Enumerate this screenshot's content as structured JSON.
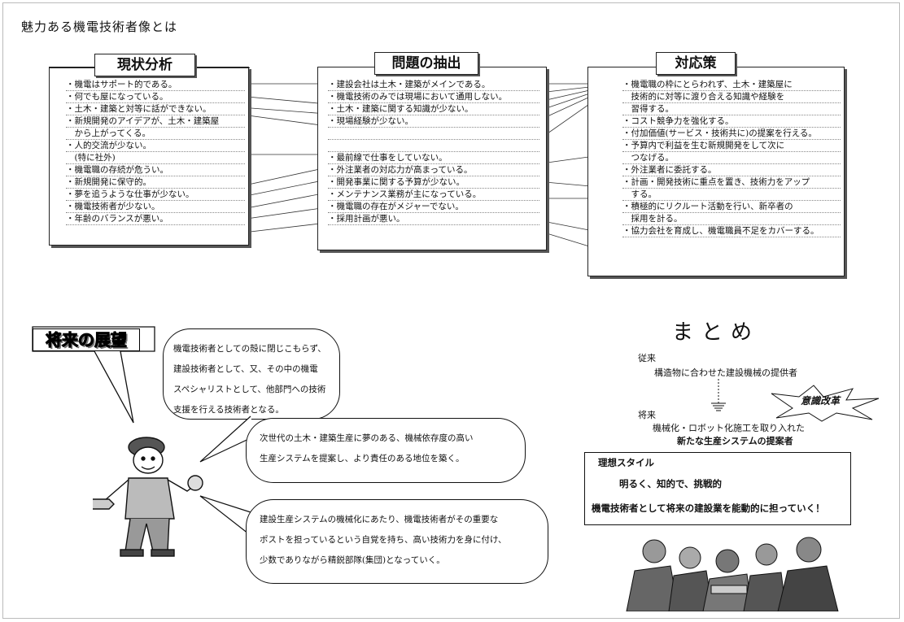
{
  "page": {
    "title": "魅力ある機電技術者像とは"
  },
  "columns": {
    "status": {
      "heading": "現状分析",
      "items": [
        "・機電はサポート的である。",
        "・何でも屋になっている。",
        "・土木・建築と対等に話ができない。",
        "・新規開発のアイデアが、土木・建築屋",
        "　から上がってくる。",
        "・人的交流が少ない。",
        "　(特に社外)",
        "・機電職の存続が危うい。",
        "・新規開発に保守的。",
        "・夢を追うような仕事が少ない。",
        "・機電技術者が少ない。",
        "・年齢のバランスが悪い。"
      ]
    },
    "problems": {
      "heading": "問題の抽出",
      "items": [
        "・建設会社は土木・建築がメインである。",
        "・機電技術のみでは現場において通用しない。",
        "・土木・建築に関する知識が少ない。",
        "・現場経験が少ない。",
        "",
        "",
        "・最前線で仕事をしていない。",
        "・外注業者の対応力が高まっている。",
        "・開発事業に関する予算が少ない。",
        "・メンテナンス業務が主になっている。",
        "・機電職の存在がメジャーでない。",
        "・採用計画が悪い。"
      ]
    },
    "measures": {
      "heading": "対応策",
      "items": [
        "・機電職の枠にとらわれず、土木・建築屋に",
        "　技術的に対等に渡り合える知識や経験を",
        "　習得する。",
        "・コスト競争力を強化する。",
        "・付加価値(サービス・技術共に)の提案を行える。",
        "・予算内で利益を生む新規開発をして次に",
        "　つなげる。",
        "・外注業者に委託する。",
        "・計画・開発技術に重点を置き、技術力をアップ",
        "　する。",
        "・積極的にリクルート活動を行い、新卒者の",
        "　採用を計る。",
        "・協力会社を育成し、機電職員不足をカバーする。"
      ]
    }
  },
  "future": {
    "badge": "将来の展望",
    "bubble1": [
      "機電技術者としての殻に閉じこもらず、",
      "建設技術者として、又、その中の機電",
      "スペシャリストとして、他部門への技術",
      "支援を行える技術者となる。"
    ],
    "bubble2": [
      "次世代の土木・建築生産に夢のある、機械依存度の高い",
      "生産システムを提案し、より責任のある地位を築く。"
    ],
    "bubble3": [
      "建設生産システムの機械化にあたり、機電技術者がその重要な",
      "ポストを担っているという自覚を持ち、高い技術力を身に付け、",
      "少数でありながら精鋭部隊(集団)となっていく。"
    ]
  },
  "summary": {
    "title": "まとめ",
    "past_label": "従来",
    "past_text": "構造物に合わせた建設機械の提供者",
    "future_label": "将来",
    "future_text1": "機械化・ロボット化施工を取り入れた",
    "future_text2": "新たな生産システムの提案者",
    "burst": "意識改革",
    "ideal_label": "理想スタイル",
    "ideal_line1": "明るく、知的で、挑戦的",
    "ideal_line2": "機電技術者として将来の建設業を能動的に担っていく！"
  },
  "colors": {
    "ink": "#111111",
    "shadow": "#555555"
  }
}
